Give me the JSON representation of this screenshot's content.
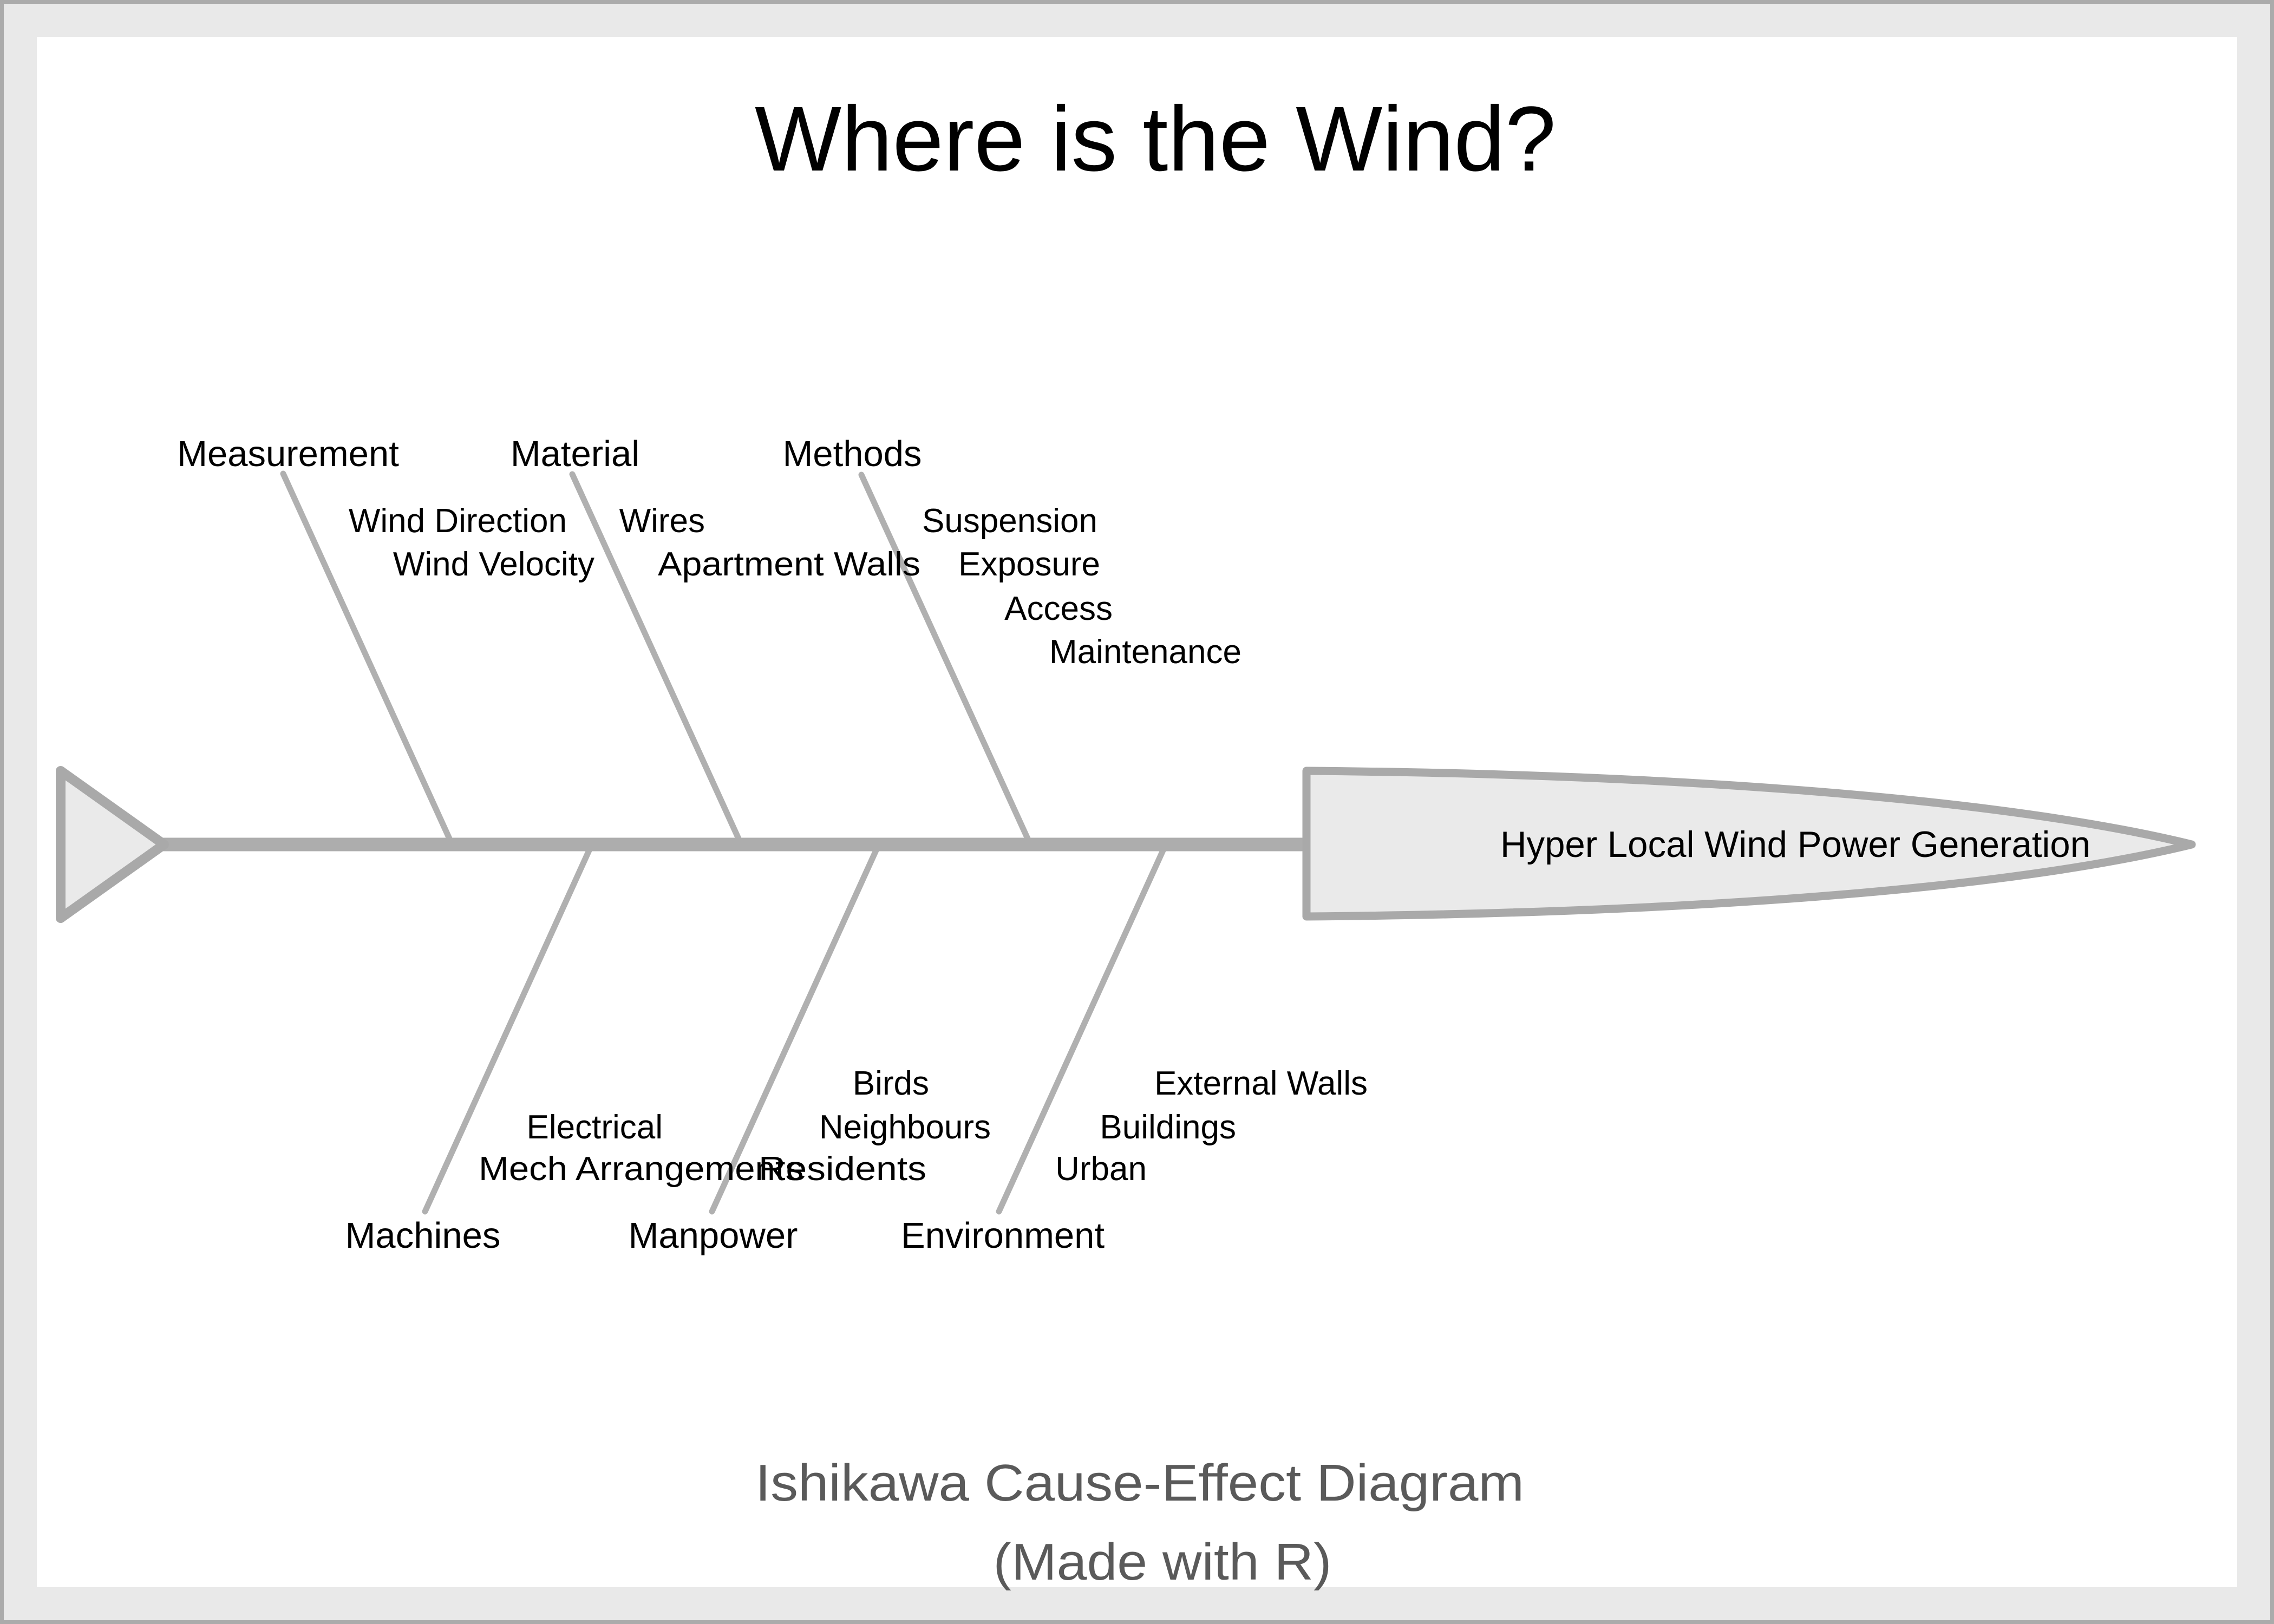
{
  "title": "Where is the Wind?",
  "effect": {
    "label": "Hyper Local Wind Power Generation"
  },
  "branches": {
    "top": [
      {
        "label": "Measurement",
        "causes": [
          "Wind Direction",
          "Wind Velocity"
        ]
      },
      {
        "label": "Material",
        "causes": [
          "Wires",
          "Apartment Walls"
        ]
      },
      {
        "label": "Methods",
        "causes": [
          "Suspension",
          "Exposure",
          "Access",
          "Maintenance"
        ]
      }
    ],
    "bottom": [
      {
        "label": "Machines",
        "causes": [
          "Electrical",
          "Mech Arrangements"
        ]
      },
      {
        "label": "Manpower",
        "causes": [
          "Birds",
          "Neighbours",
          "Residents"
        ]
      },
      {
        "label": "Environment",
        "causes": [
          "External Walls",
          "Buildings",
          "Urban"
        ]
      }
    ]
  },
  "caption": {
    "line1": "Ishikawa Cause-Effect Diagram",
    "line2": "(Made with R)"
  },
  "colors": {
    "frame_border": "#ababab",
    "frame_margin": "#e9e9e9",
    "panel_background": "#ffffff",
    "spine_line": "#adadad",
    "branch_line": "#b0b0b0",
    "node_fill": "#eaeaea",
    "node_border": "#a9a9a9",
    "label_text": "#000000",
    "caption_text": "#5a5a5a"
  }
}
